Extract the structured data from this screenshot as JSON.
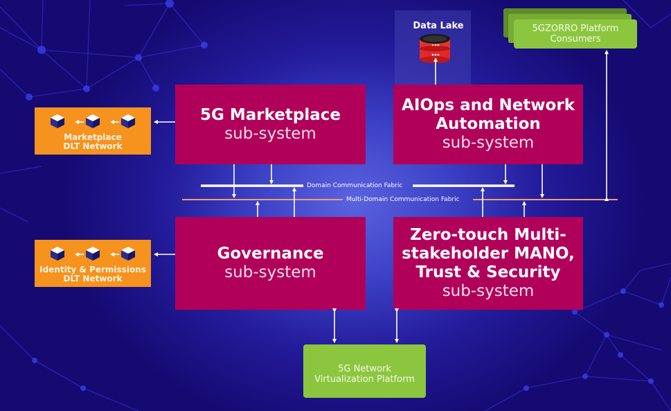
{
  "diagram": {
    "subsystems": {
      "marketplace": {
        "title": "5G Marketplace",
        "subtitle": "sub-system"
      },
      "aiops": {
        "title_line1": "AIOps and Network",
        "title_line2": "Automation",
        "subtitle": "sub-system"
      },
      "governance": {
        "title": "Governance",
        "subtitle": "sub-system"
      },
      "zerotouch": {
        "title_line1": "Zero-touch Multi-",
        "title_line2": "stakeholder MANO,",
        "title_line3": "Trust & Security",
        "subtitle": "sub-system"
      }
    },
    "dlt_networks": {
      "marketplace": {
        "line1": "Marketplace",
        "line2": "DLT Network"
      },
      "identity": {
        "line1": "Identity & Permissions",
        "line2": "DLT Network"
      }
    },
    "data_lake": {
      "label": "Data Lake",
      "icon": "database-icon"
    },
    "consumers": {
      "line1": "5GZORRO Platform",
      "line2": "Consumers"
    },
    "nvp": {
      "line1": "5G Network",
      "line2": "Virtualization Platform"
    },
    "fabrics": {
      "domain": "Domain Communication Fabric",
      "multi_domain": "Multi-Domain Communication Fabric"
    },
    "colors": {
      "subsystem": "#b1005a",
      "dlt": "#f6921e",
      "platform": "#8cc63f",
      "multi_domain_line": "#f0a070",
      "domain_line": "#ffffff",
      "background": "#231b9a"
    }
  }
}
